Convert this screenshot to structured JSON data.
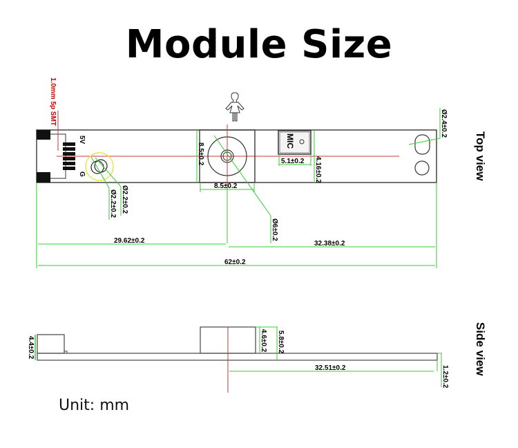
{
  "title": "Module Size",
  "unit_label": "Unit: mm",
  "colors": {
    "dimension_line": "#33cc33",
    "center_line": "#c43a3a",
    "outline": "#444444",
    "highlight_circle": "#e6e64a",
    "label_red": "#c00000"
  },
  "top_view": {
    "label": "Top view",
    "connector_note": "1.0mm 5p SMT",
    "pin_labels": {
      "vcc": "5V",
      "gnd": "G"
    },
    "mic_label": "MIC",
    "dimensions": {
      "lens_holder_height": "8.5±0.2",
      "lens_holder_width": "8.5±0.2",
      "mic_width": "5.1±0.2",
      "mic_offset": "4.16±0.2",
      "mount_hole_right": "Ø2.4±0.2",
      "mount_hole_left_a": "Ø2.2±0.2",
      "mount_hole_left_b": "Ø2.2±0.2",
      "lens_diameter": "Ø6±0.2",
      "left_to_lens_center": "29.62±0.2",
      "lens_center_to_right": "32.38±0.2",
      "total_length": "62±0.2"
    }
  },
  "side_view": {
    "label": "Side view",
    "dimensions": {
      "connector_height": "4.4±0.2",
      "lens_holder_height": "4.6±0.2",
      "total_height": "5.8±0.2",
      "lens_center_to_right": "32.51±0.2",
      "board_thickness": "1.2±0.2"
    }
  }
}
